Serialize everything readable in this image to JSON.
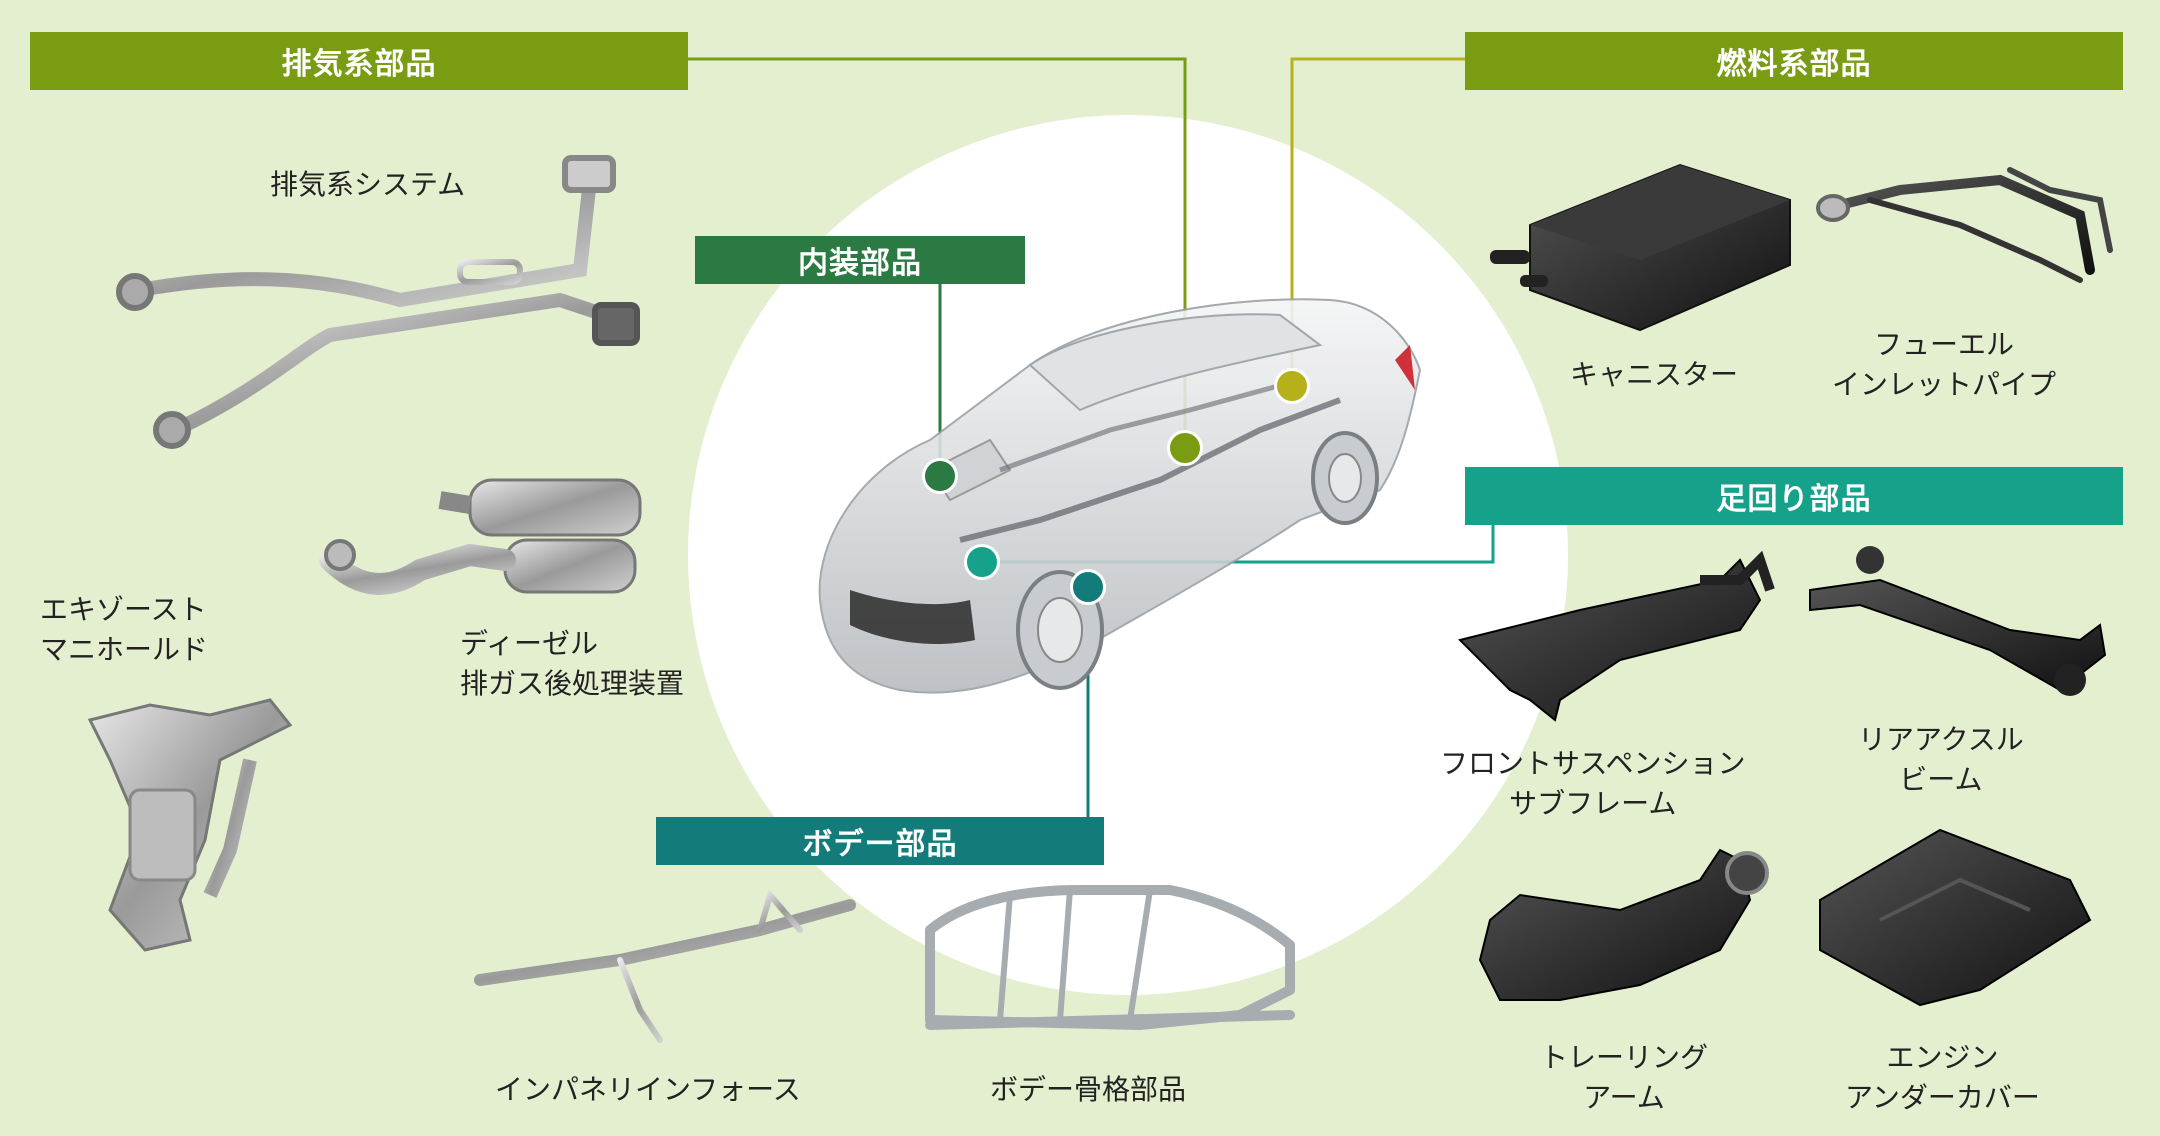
{
  "categories": {
    "exhaust": {
      "label": "排気系部品",
      "color": "#7a9c12"
    },
    "fuel": {
      "label": "燃料系部品",
      "color": "#7a9c12"
    },
    "interior": {
      "label": "内装部品",
      "color": "#2b7a43"
    },
    "suspension": {
      "label": "足回り部品",
      "color": "#16a18a"
    },
    "body": {
      "label": "ボデー部品",
      "color": "#137c7a"
    }
  },
  "parts": {
    "exhaust_system": {
      "lines": [
        "排気系システム"
      ]
    },
    "exhaust_manifold": {
      "lines": [
        "エキゾースト",
        "マニホールド"
      ]
    },
    "diesel_aftertreatment": {
      "lines": [
        "ディーゼル",
        "排ガス後処理装置"
      ]
    },
    "canister": {
      "lines": [
        "キャニスター"
      ]
    },
    "fuel_inlet_pipe": {
      "lines": [
        "フューエル",
        "インレットパイプ"
      ]
    },
    "front_subframe": {
      "lines": [
        "フロントサスペンション",
        "サブフレーム"
      ]
    },
    "rear_axle_beam": {
      "lines": [
        "リアアクスル",
        "ビーム"
      ]
    },
    "trailing_arm": {
      "lines": [
        "トレーリング",
        "アーム"
      ]
    },
    "engine_undercover": {
      "lines": [
        "エンジン",
        "アンダーカバー"
      ]
    },
    "instrument_panel_reinforcement": {
      "lines": [
        "インパネリインフォース"
      ]
    },
    "body_frame": {
      "lines": [
        "ボデー骨格部品"
      ]
    }
  },
  "hotspots": {
    "interior": {
      "color": "#2b7a43"
    },
    "exhaust": {
      "color": "#7a9c12"
    },
    "fuel": {
      "color": "#b6b01a"
    },
    "suspension": {
      "color": "#16a18a"
    },
    "body": {
      "color": "#137c7a"
    }
  }
}
